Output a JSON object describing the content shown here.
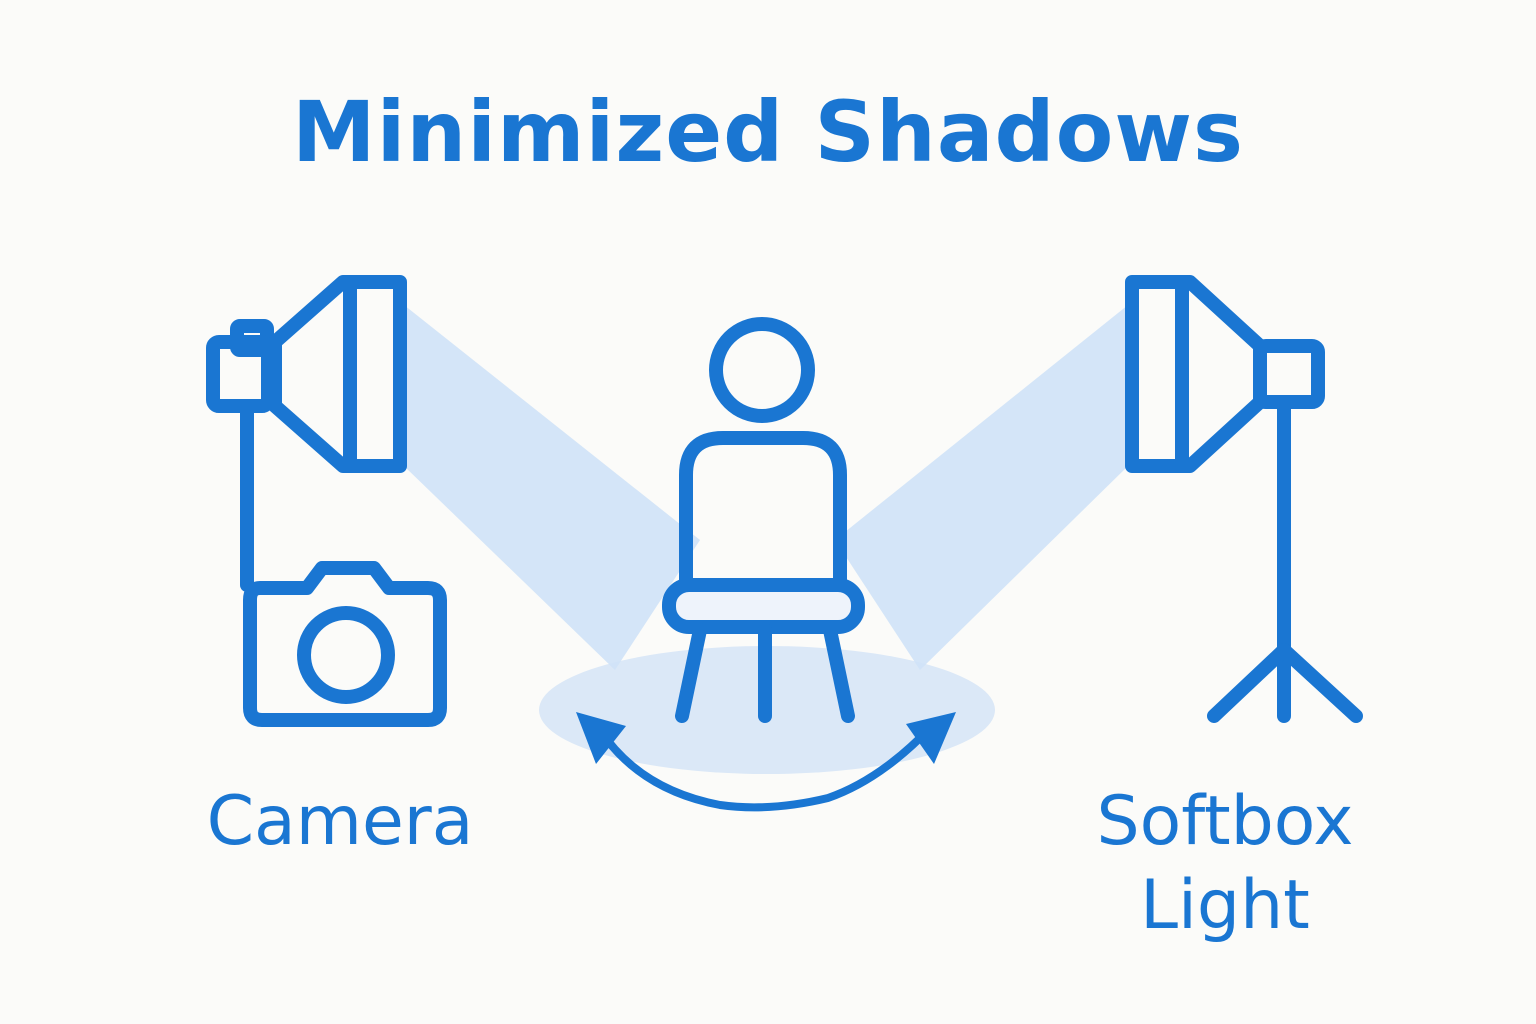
{
  "diagram": {
    "title": "Minimized Shadows",
    "labels": {
      "camera": "Camera",
      "softbox_line1": "Softbox",
      "softbox_line2": "Light"
    },
    "icons": [
      "softbox-light-left-icon",
      "softbox-light-right-icon",
      "camera-icon",
      "person-icon",
      "chair-icon",
      "light-stand-icon",
      "rotation-arrow-icon"
    ],
    "colors": {
      "primary": "#1a76d2",
      "beam": "#cfe2f7",
      "floor": "#dbe8f7",
      "background": "#fbfbf9"
    }
  }
}
